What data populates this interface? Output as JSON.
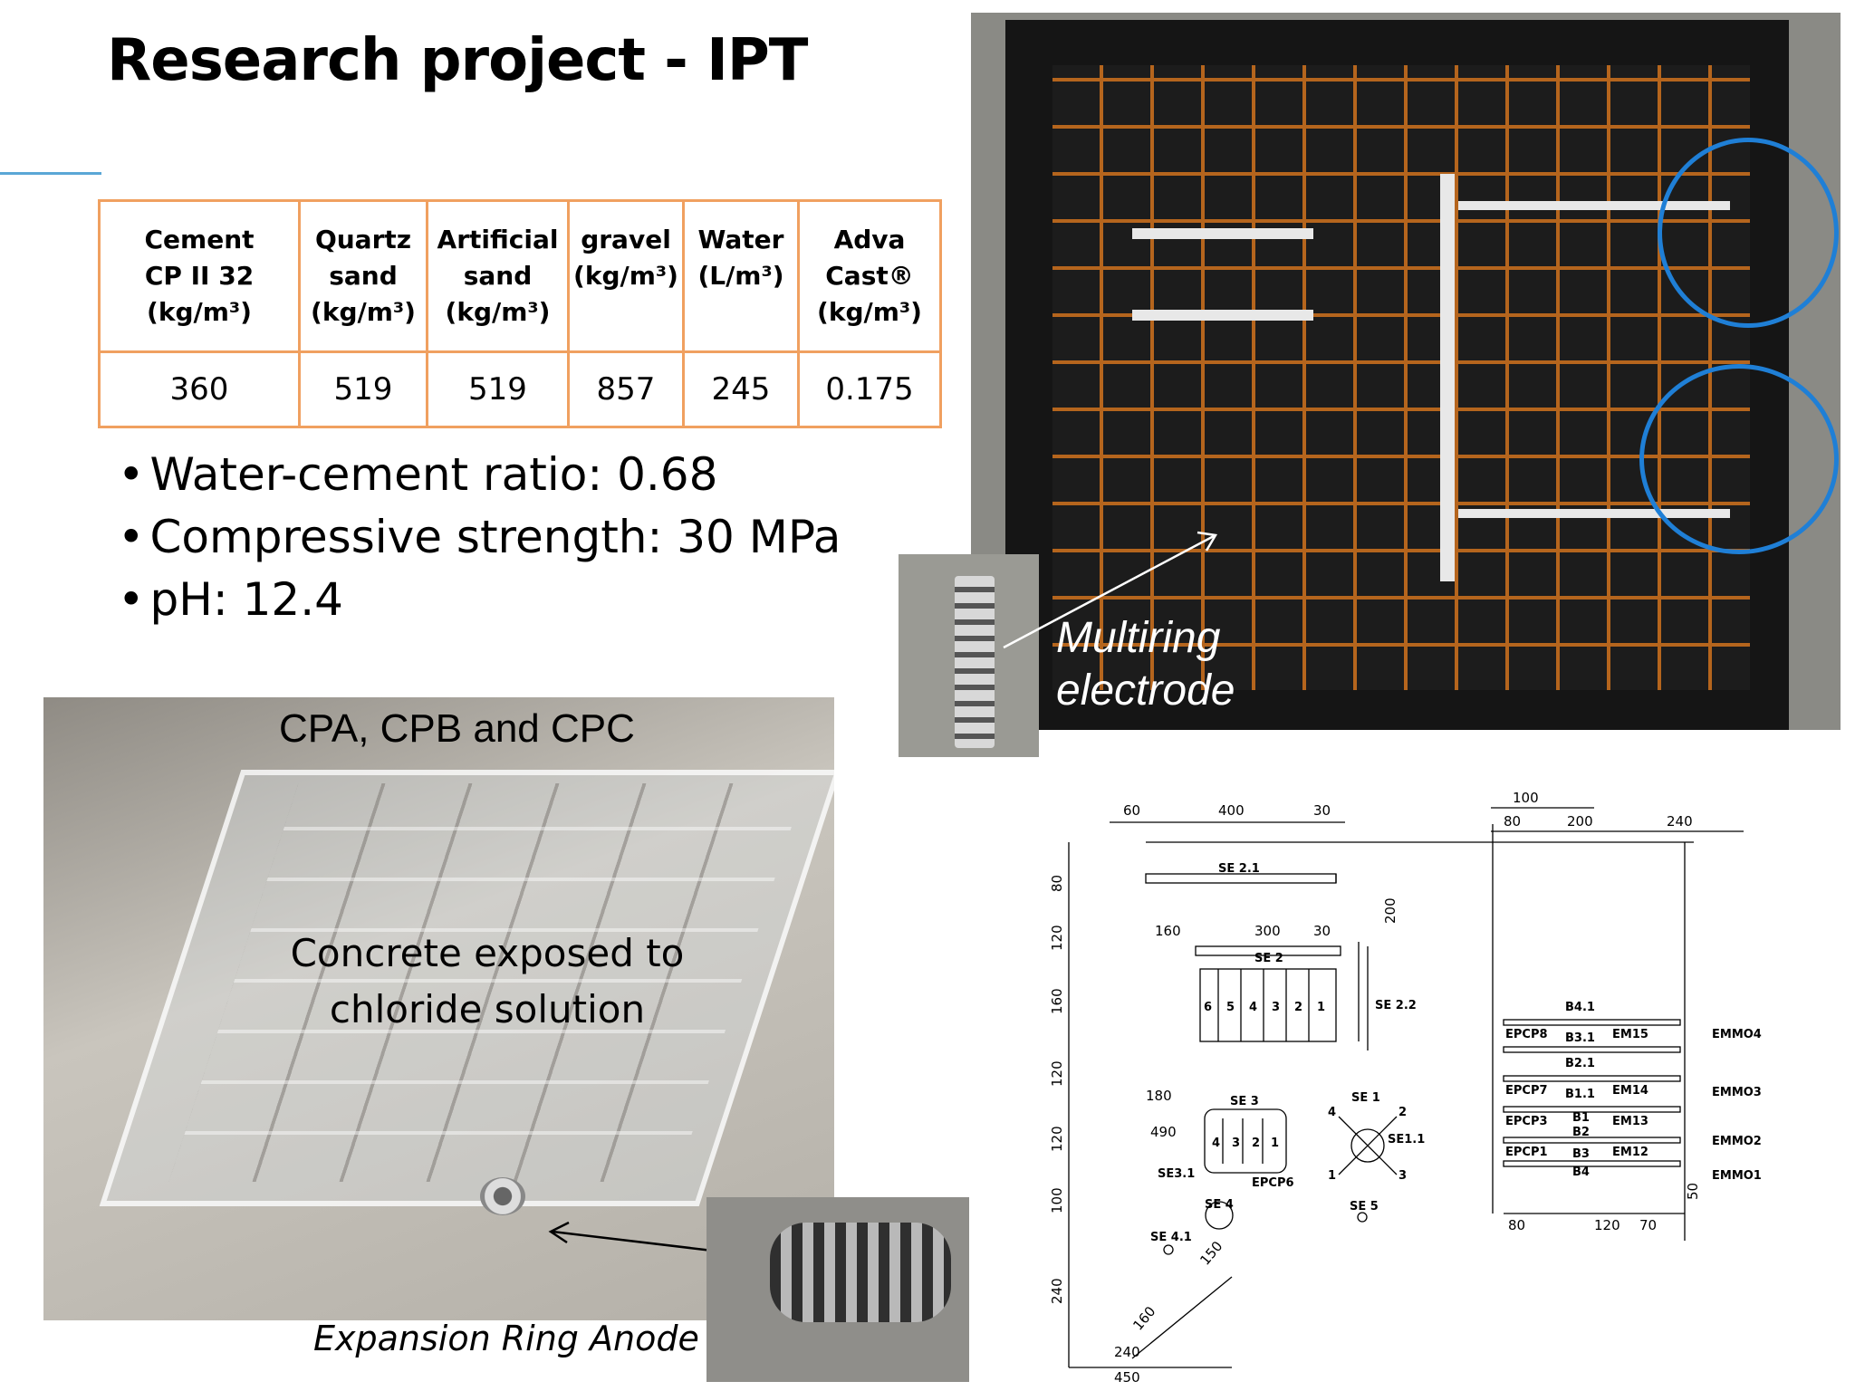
{
  "slide": {
    "title": "Research project - IPT"
  },
  "mix_table": {
    "headers": [
      [
        "Cement",
        "CP II 32",
        "(kg/m³)"
      ],
      [
        "Quartz",
        "sand",
        "(kg/m³)"
      ],
      [
        "Artificial",
        "sand",
        "(kg/m³)"
      ],
      [
        "gravel",
        "(kg/m³)"
      ],
      [
        "Water",
        "(L/m³)"
      ],
      [
        "Adva",
        "Cast®",
        "(kg/m³)"
      ]
    ],
    "values": [
      "360",
      "519",
      "519",
      "857",
      "245",
      "0.175"
    ]
  },
  "bullets": [
    "Water-cement ratio: 0.68",
    "Compressive strength: 30 MPa",
    "pH: 12.4"
  ],
  "top_photo": {
    "callout": [
      "Multiring",
      "electrode"
    ]
  },
  "slab_photo": {
    "label_top": "CPA, CPB and CPC",
    "label_center": [
      "Concrete exposed to",
      "chloride solution"
    ],
    "caption": "Expansion Ring Anode"
  },
  "drawing": {
    "top_dims": [
      "60",
      "400",
      "30",
      "100",
      "80",
      "200",
      "240"
    ],
    "mid_dims": [
      "160",
      "300",
      "30",
      "180",
      "490"
    ],
    "left_dims": [
      "80",
      "120",
      "160",
      "120",
      "120",
      "100",
      "240"
    ],
    "bottom_dims": [
      "240",
      "450",
      "80",
      "120",
      "70"
    ],
    "right_dim": "50",
    "side_dim": "200",
    "diag_dims": [
      "150",
      "160"
    ],
    "labels": {
      "se21": "SE 2.1",
      "se2": "SE 2",
      "se22": "SE 2.2",
      "se3": "SE 3",
      "se31": "SE3.1",
      "epcp6": "EPCP6",
      "se1": "SE 1",
      "se11": "SE1.1",
      "se4": "SE 4",
      "se41": "SE 4.1",
      "se5": "SE 5",
      "b41": "B4.1",
      "b31": "B3.1",
      "b21": "B2.1",
      "b11": "B1.1",
      "b1": "B1",
      "b2": "B2",
      "b3": "B3",
      "b4": "B4",
      "epcp8": "EPCP8",
      "epcp7": "EPCP7",
      "epcp3": "EPCP3",
      "epcp1": "EPCP1",
      "em15": "EM15",
      "em14": "EM14",
      "em13": "EM13",
      "em12": "EM12",
      "emmo4": "EMMO4",
      "emmo3": "EMMO3",
      "emmo2": "EMMO2",
      "emmo1": "EMMO1"
    },
    "rack_numbers": [
      "6",
      "5",
      "4",
      "3",
      "2",
      "1"
    ],
    "small_rack_numbers": [
      "4",
      "3",
      "2",
      "1"
    ],
    "se1_numbers": [
      "4",
      "2",
      "1",
      "3"
    ]
  }
}
